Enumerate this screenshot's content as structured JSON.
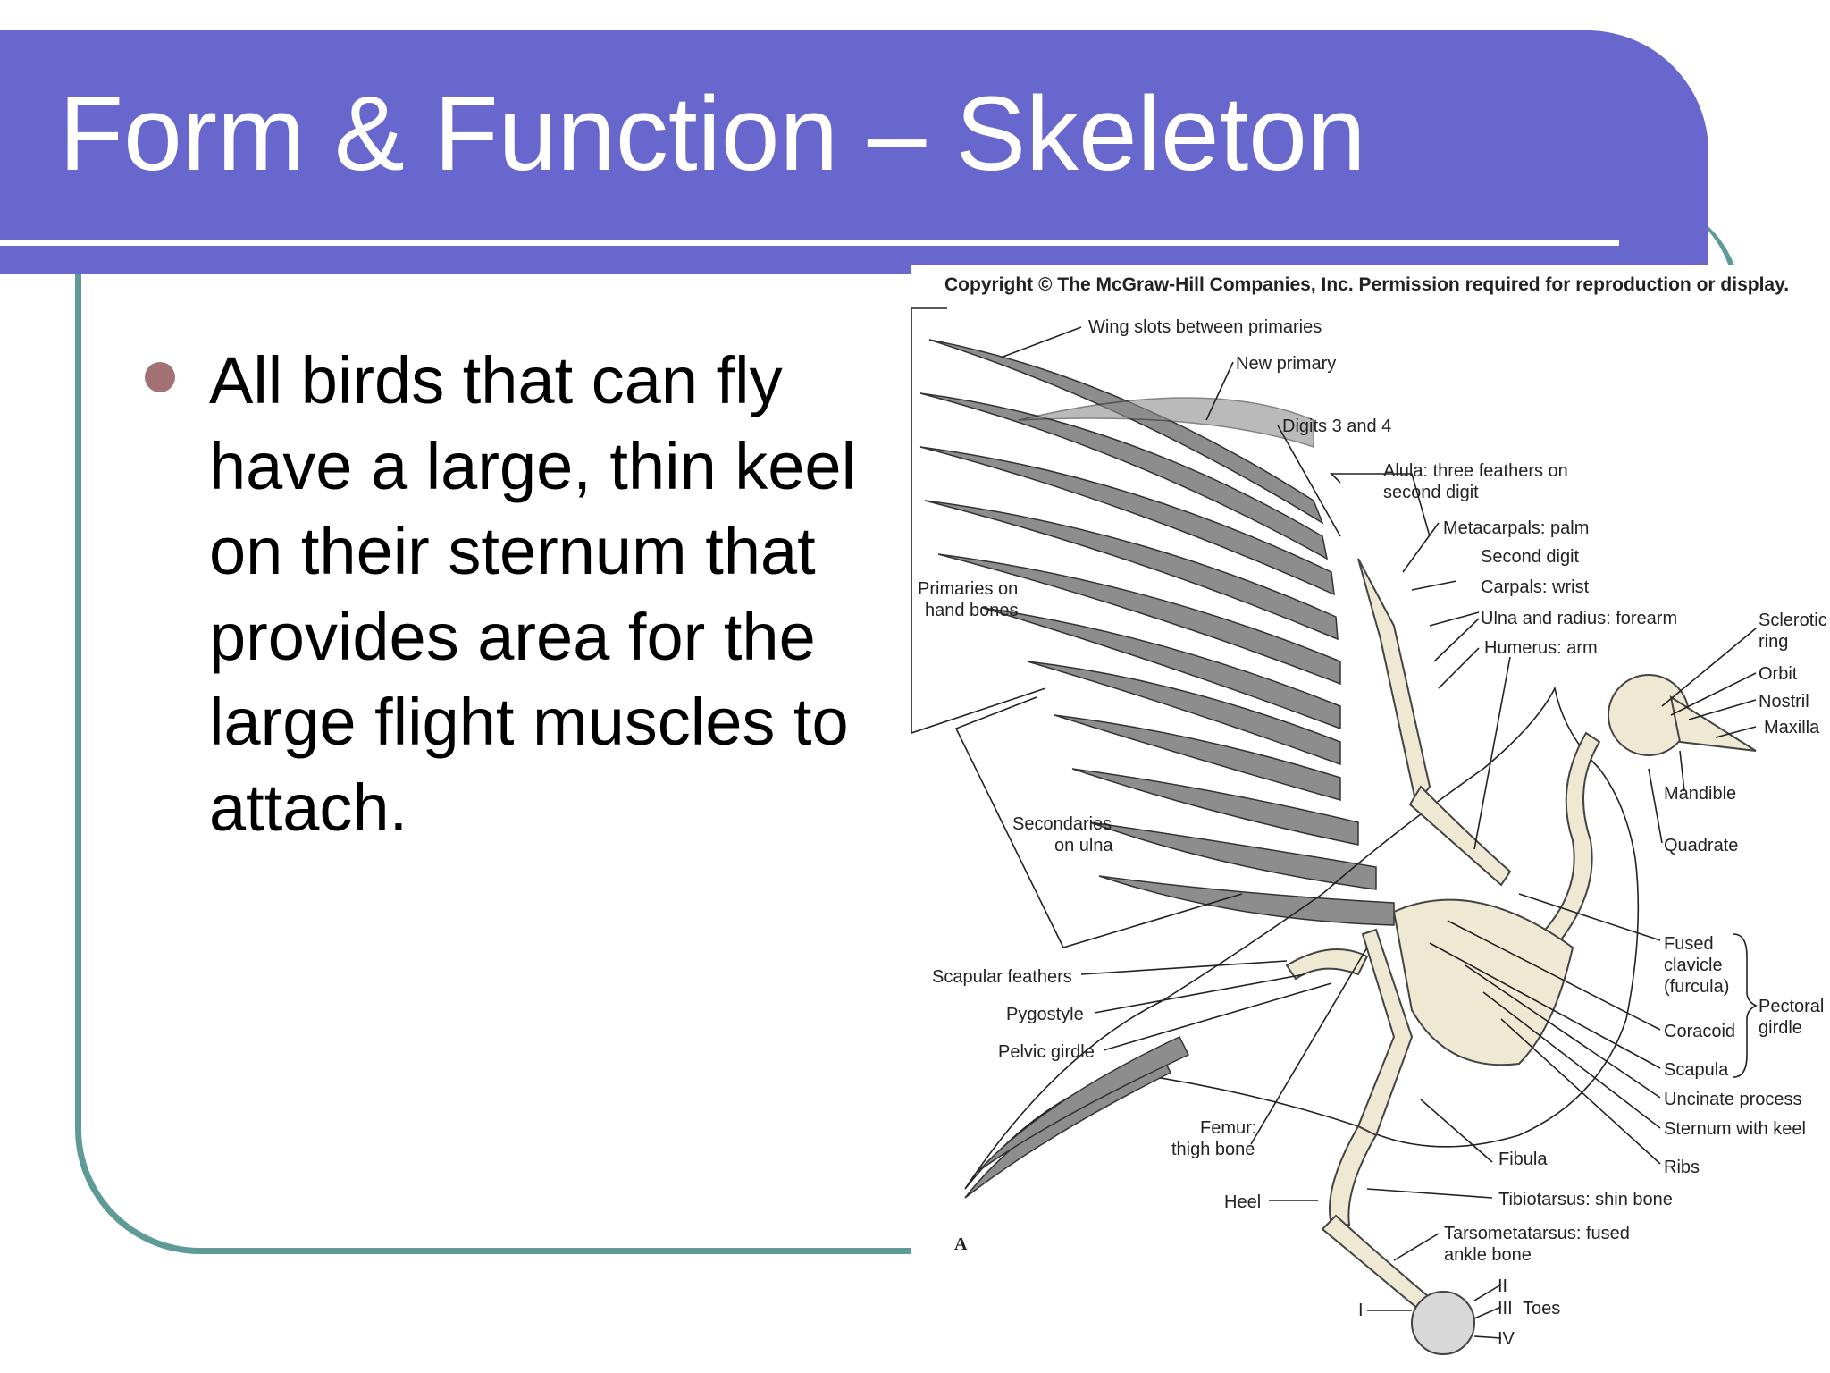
{
  "slide": {
    "title": "Form & Function – Skeleton",
    "bullet": "All birds that can fly have a large, thin keel on their sternum that provides area for the large flight muscles to attach."
  },
  "figure": {
    "copyright": "Copyright © The McGraw-Hill Companies, Inc. Permission required for reproduction or display.",
    "panel_letter": "A",
    "labels": {
      "wing_slots": "Wing slots between primaries",
      "new_primary": "New primary",
      "digits_3_4": "Digits 3 and 4",
      "alula_1": "Alula: three feathers on",
      "alula_2": "second digit",
      "metacarpals": "Metacarpals: palm",
      "second_digit": "Second digit",
      "carpals": "Carpals: wrist",
      "ulna_radius": "Ulna and radius: forearm",
      "humerus": "Humerus:  arm",
      "primaries_1": "Primaries on",
      "primaries_2": "hand bones",
      "sclerotic_1": "Sclerotic",
      "sclerotic_2": "ring",
      "orbit": "Orbit",
      "nostril": "Nostril",
      "maxilla": "Maxilla",
      "mandible": "Mandible",
      "quadrate": "Quadrate",
      "secondaries_1": "Secondaries",
      "secondaries_2": "on ulna",
      "furcula_1": "Fused",
      "furcula_2": "clavicle",
      "furcula_3": "(furcula)",
      "pectoral_1": "Pectoral",
      "pectoral_2": "girdle",
      "coracoid": "Coracoid",
      "scapula": "Scapula",
      "uncinate": "Uncinate process",
      "sternum": "Sternum with keel",
      "ribs": "Ribs",
      "scapular": "Scapular feathers",
      "pygostyle": "Pygostyle",
      "pelvic": "Pelvic girdle",
      "femur_1": "Femur:",
      "femur_2": "thigh bone",
      "fibula": "Fibula",
      "heel": "Heel",
      "tibiotarsus": "Tibiotarsus: shin bone",
      "tarso_1": "Tarsometatarsus: fused",
      "tarso_2": "ankle bone",
      "toe_1": "I",
      "toe_2": "II",
      "toe_3": "III",
      "toes": "Toes",
      "toe_4": "IV"
    }
  },
  "colors": {
    "title_bar": "#6767cd",
    "frame": "#5e9b98",
    "bullet": "#a27272"
  }
}
